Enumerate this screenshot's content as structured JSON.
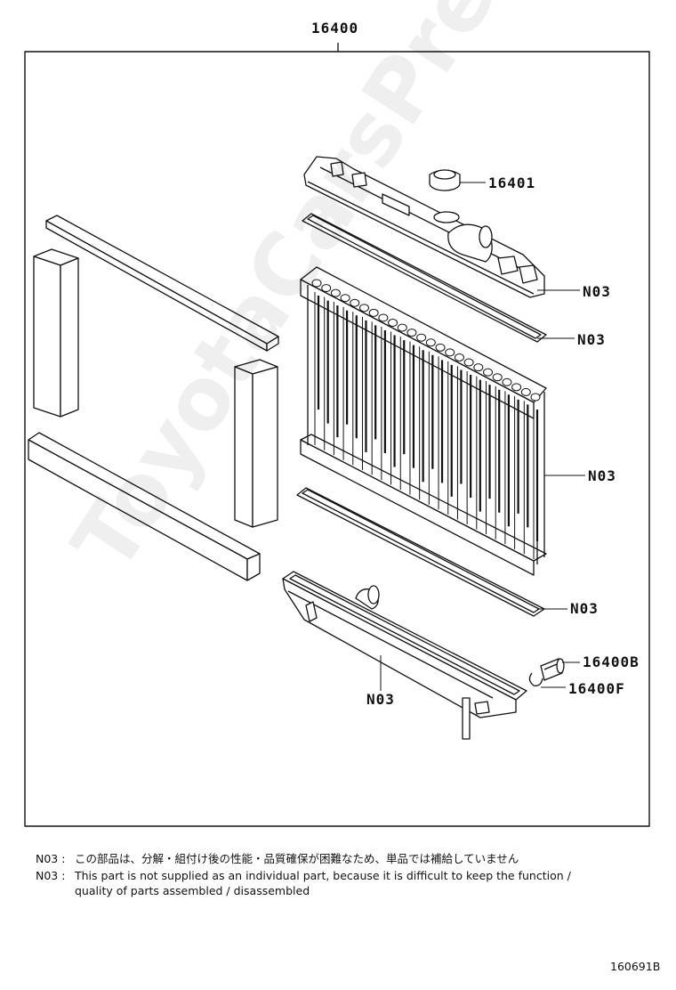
{
  "diagram": {
    "assembly_part_number": "16400",
    "callouts": {
      "cap": "16401",
      "upper_tank": "N03",
      "upper_gasket": "N03",
      "core": "N03",
      "lower_gasket": "N03",
      "lower_tank": "N03",
      "drain_cock": "16400B",
      "drain_plug": "16400F"
    },
    "watermark": "ToyotaCarsPre.ru",
    "figure_id": "160691B"
  },
  "notes": [
    {
      "code": "N03 :",
      "text": "この部品は、分解・組付け後の性能・品質確保が困難なため、単品では補給していません"
    },
    {
      "code": "N03 :",
      "text": "This part is not supplied as an individual part, because it is difficult to keep the function /"
    },
    {
      "code": "",
      "text": "quality of parts assembled / disassembled"
    }
  ]
}
